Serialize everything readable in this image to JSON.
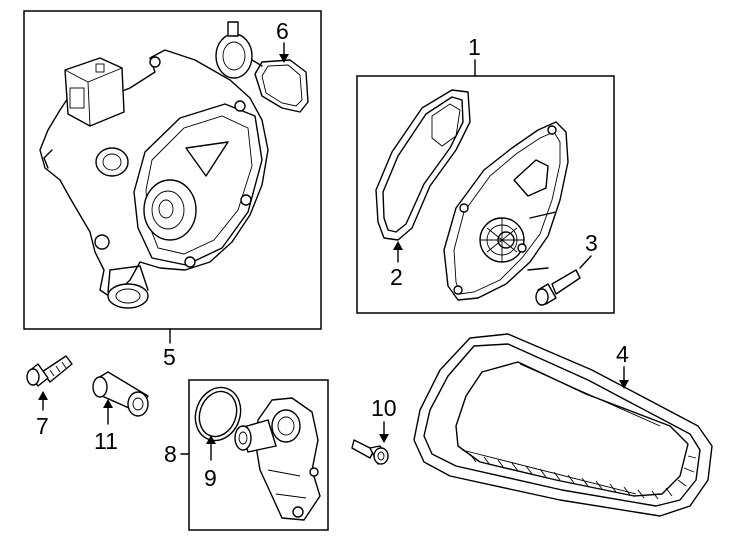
{
  "callouts": {
    "c1": "1",
    "c2": "2",
    "c3": "3",
    "c4": "4",
    "c5": "5",
    "c6": "6",
    "c7": "7",
    "c8": "8",
    "c9": "9",
    "c10": "10",
    "c11": "11"
  },
  "parts": [
    {
      "callout": "1",
      "icon": "water-pump-assembly-icon"
    },
    {
      "callout": "2",
      "icon": "gasket-icon"
    },
    {
      "callout": "3",
      "icon": "bolt-icon"
    },
    {
      "callout": "4",
      "icon": "drive-belt-icon"
    },
    {
      "callout": "5",
      "icon": "thermostat-housing-assembly-icon"
    },
    {
      "callout": "6",
      "icon": "seal-icon"
    },
    {
      "callout": "7",
      "icon": "bolt-icon"
    },
    {
      "callout": "8",
      "icon": "outlet-housing-icon"
    },
    {
      "callout": "9",
      "icon": "o-ring-icon"
    },
    {
      "callout": "10",
      "icon": "bolt-icon"
    },
    {
      "callout": "11",
      "icon": "hose-connector-icon"
    }
  ]
}
